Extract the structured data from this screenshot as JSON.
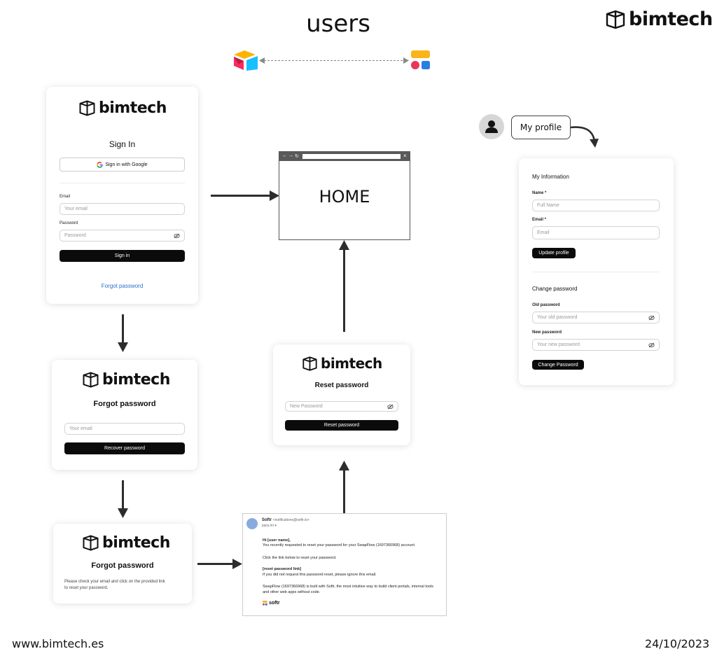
{
  "header": {
    "title": "users",
    "brand": "bimtech",
    "footer_left": "www.bimtech.es",
    "footer_right": "24/10/2023"
  },
  "sync_icons": [
    "airtable-logo-icon",
    "softr-logo-icon"
  ],
  "signin": {
    "brand": "bimtech",
    "title": "Sign In",
    "google_button": "Sign in with Google",
    "email_label": "Email",
    "email_placeholder": "Your email",
    "password_label": "Password",
    "password_placeholder": "Password",
    "submit": "Sign in",
    "forgot_link": "Forgot password"
  },
  "forgot": {
    "brand": "bimtech",
    "title": "Forgot password",
    "email_placeholder": "Your email",
    "submit": "Recover password"
  },
  "forgot_sent": {
    "brand": "bimtech",
    "title": "Forgot password",
    "message_line1": "Please check your email and click on the provided link",
    "message_line2": "to reset your password."
  },
  "home": {
    "label": "HOME"
  },
  "reset": {
    "brand": "bimtech",
    "title": "Reset password",
    "password_placeholder": "New Password",
    "submit": "Reset password"
  },
  "email": {
    "sender": "Softr",
    "sender_address": "<notifications@softr.io>",
    "to": "para mí",
    "greeting": "Hi [user name],",
    "line1": "You recently requested to reset your password for your SwapFlow (1697366968) account.",
    "line2": "Click the link below to reset your password.",
    "link": "[reset password link]",
    "line3": "If you did not request this password reset, please ignore this email.",
    "line4": "SwapFlow (1697366968) is built with Softr, the most intuitive way to build client portals, internal tools",
    "line5": "and other web apps without code.",
    "footer_brand": "softr"
  },
  "profile": {
    "button": "My profile",
    "info_title": "My Information",
    "name_label": "Name *",
    "name_placeholder": "Full Name",
    "email_label": "Email *",
    "email_placeholder": "Email",
    "update_button": "Update profile",
    "password_title": "Change password",
    "old_label": "Old password",
    "old_placeholder": "Your old password",
    "new_label": "New password",
    "new_placeholder": "Your new password",
    "change_button": "Change Password"
  },
  "colors": {
    "link_blue": "#2a6fc9",
    "button_black": "#0b0b0b",
    "arrow": "#2d2d2d"
  }
}
